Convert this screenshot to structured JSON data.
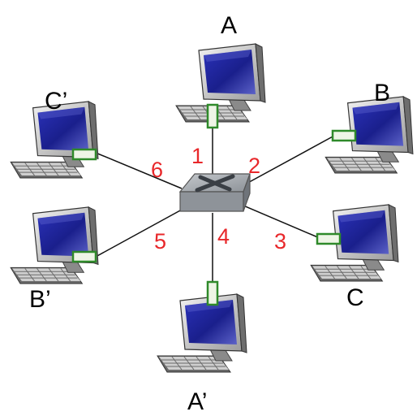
{
  "colors": {
    "link": "#111111",
    "port_label": "#e8272a",
    "adapter": "#2f8a2a",
    "adapter_fill": "#eef5e6",
    "screen": "#1a1f8c",
    "switch": "#9aa0a6"
  },
  "switch": {
    "icon": "switch-icon"
  },
  "hosts": [
    {
      "id": "A",
      "label": "A",
      "port": "1"
    },
    {
      "id": "B",
      "label": "B",
      "port": "2"
    },
    {
      "id": "C",
      "label": "C",
      "port": "3"
    },
    {
      "id": "A2",
      "label": "A’",
      "port": "4"
    },
    {
      "id": "B2",
      "label": "B’",
      "port": "5"
    },
    {
      "id": "C2",
      "label": "C’",
      "port": "6"
    }
  ]
}
